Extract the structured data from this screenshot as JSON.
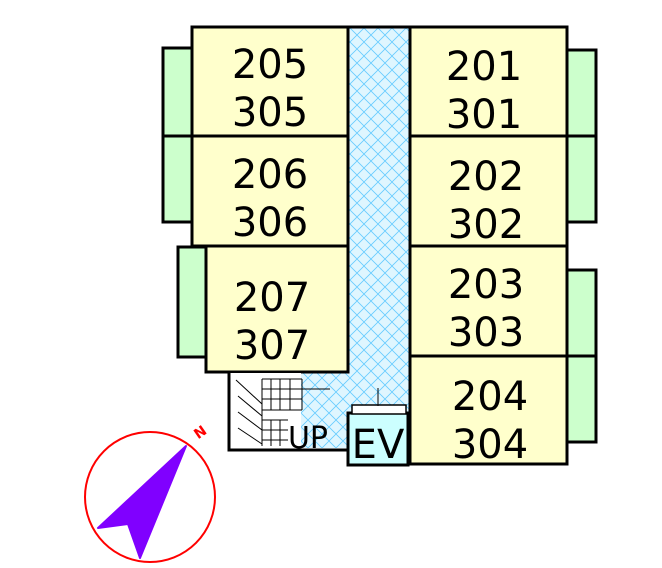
{
  "units": {
    "u205": {
      "floor2": "205",
      "floor3": "305"
    },
    "u206": {
      "floor2": "206",
      "floor3": "306"
    },
    "u207": {
      "floor2": "207",
      "floor3": "307"
    },
    "u201": {
      "floor2": "201",
      "floor3": "301"
    },
    "u202": {
      "floor2": "202",
      "floor3": "302"
    },
    "u203": {
      "floor2": "203",
      "floor3": "303"
    },
    "u204": {
      "floor2": "204",
      "floor3": "304"
    }
  },
  "stairs_label": "UP",
  "elevator_label": "EV",
  "compass": {
    "north_label": "N",
    "arrow_color": "#8000ff",
    "ring_color": "#ff0000"
  },
  "colors": {
    "room_fill": "#ffffcc",
    "balcony_fill": "#ccffcc",
    "corridor_fill": "#ccffff",
    "corridor_hatch": "#66ccff",
    "elevator_fill": "#ccffff"
  }
}
